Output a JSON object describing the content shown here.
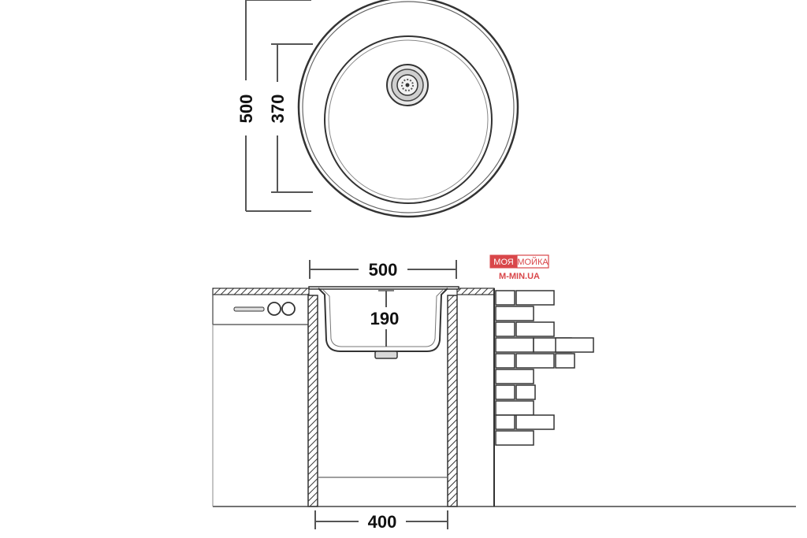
{
  "top_view": {
    "outer_diameter_label": "500",
    "bowl_diameter_label": "370"
  },
  "section_view": {
    "top_width_label": "500",
    "depth_label": "190",
    "cabinet_width_label": "400"
  },
  "watermark": {
    "word_left": "МОЯ",
    "word_right": "МОЙКА",
    "url": "M-MIN.UA",
    "colors": {
      "brand_red": "#d9474a",
      "text_dark": "#333333"
    }
  }
}
